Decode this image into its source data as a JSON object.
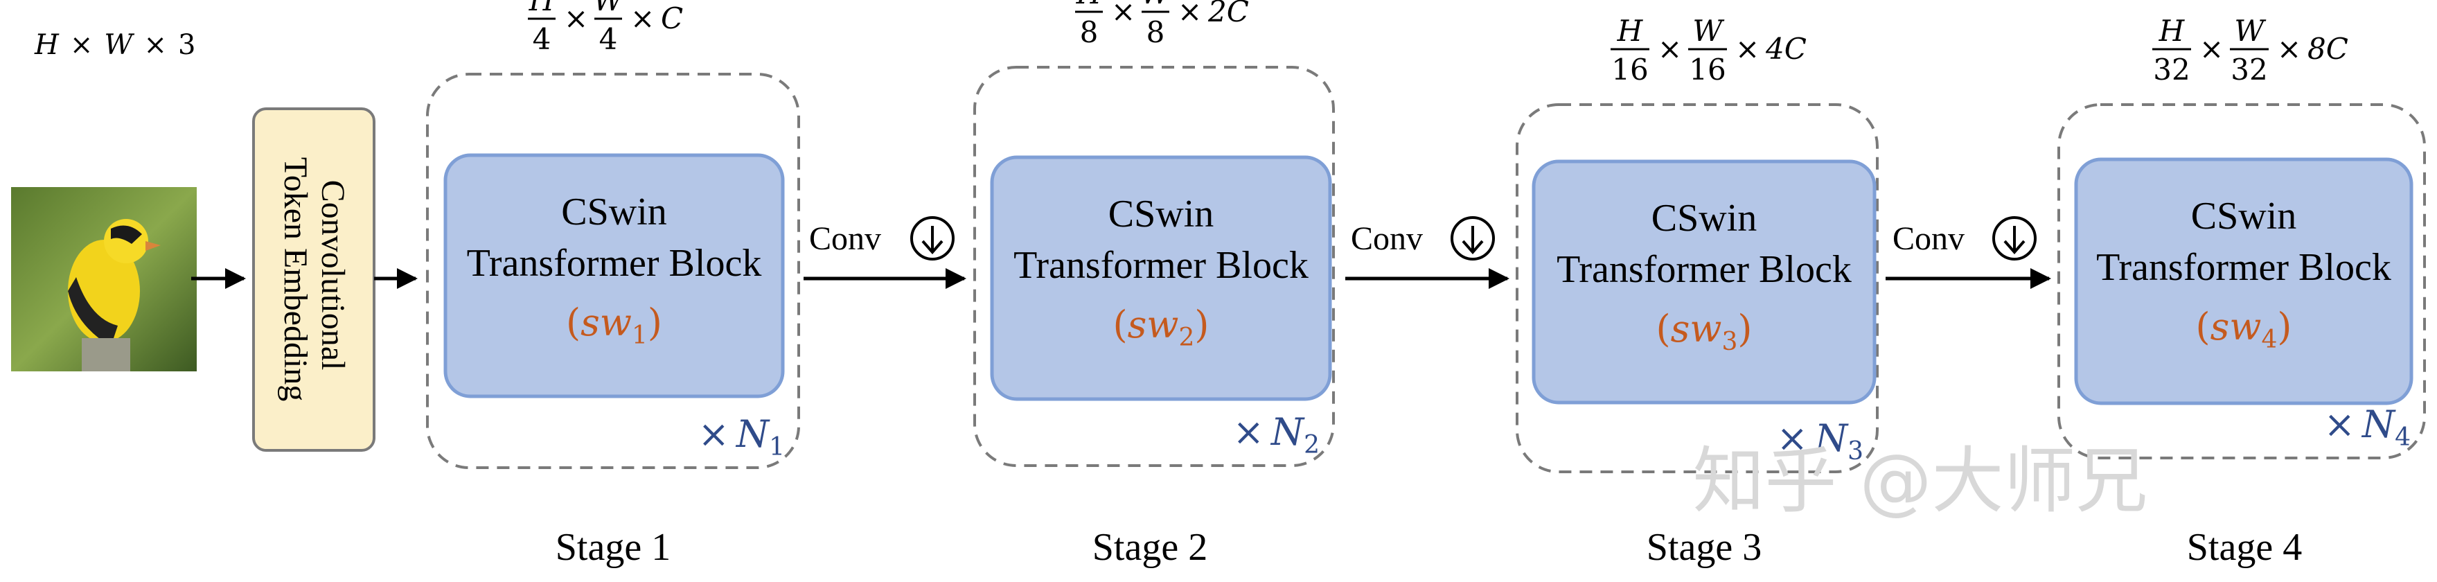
{
  "input": {
    "dims": {
      "h": "H",
      "times1": "×",
      "w": "W",
      "times2": "×",
      "c": "3"
    }
  },
  "embedding": {
    "line1": "Convolutional",
    "line2": "Token Embedding"
  },
  "stages": [
    {
      "label": "Stage 1",
      "dim_h_num": "H",
      "dim_h_den": "4",
      "dim_w_num": "W",
      "dim_w_den": "4",
      "dim_c": "C",
      "block_line1": "CSwin",
      "block_line2": "Transformer Block",
      "sw_base": "sw",
      "sw_sub": "1",
      "repeat_base": "N",
      "repeat_sub": "1"
    },
    {
      "label": "Stage 2",
      "dim_h_num": "H",
      "dim_h_den": "8",
      "dim_w_num": "W",
      "dim_w_den": "8",
      "dim_c": "2C",
      "block_line1": "CSwin",
      "block_line2": "Transformer Block",
      "sw_base": "sw",
      "sw_sub": "2",
      "repeat_base": "N",
      "repeat_sub": "2"
    },
    {
      "label": "Stage 3",
      "dim_h_num": "H",
      "dim_h_den": "16",
      "dim_w_num": "W",
      "dim_w_den": "16",
      "dim_c": "4C",
      "block_line1": "CSwin",
      "block_line2": "Transformer Block",
      "sw_base": "sw",
      "sw_sub": "3",
      "repeat_base": "N",
      "repeat_sub": "3"
    },
    {
      "label": "Stage 4",
      "dim_h_num": "H",
      "dim_h_den": "32",
      "dim_w_num": "W",
      "dim_w_den": "32",
      "dim_c": "8C",
      "block_line1": "CSwin",
      "block_line2": "Transformer Block",
      "sw_base": "sw",
      "sw_sub": "4",
      "repeat_base": "N",
      "repeat_sub": "4"
    }
  ],
  "conv_label": "Conv",
  "times_symbol": "×",
  "watermark": "知乎 @大师兄",
  "colors": {
    "block_fill": "#b4c6e7",
    "block_stroke": "#7f9fd6",
    "embed_fill": "#fbefc9",
    "embed_stroke": "#7a7a7a",
    "sw_text": "#c55a1e",
    "repeat_text": "#2f4b8a",
    "dashed": "#7a7a7a"
  }
}
